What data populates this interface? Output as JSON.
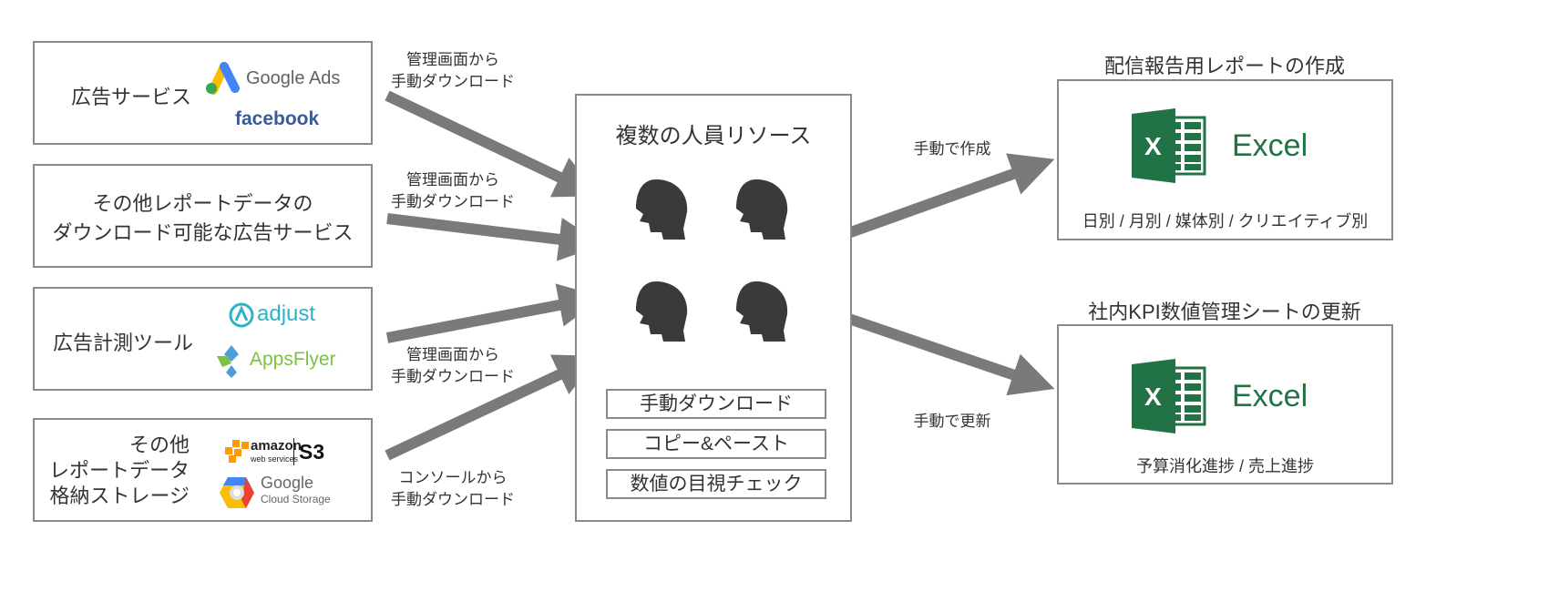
{
  "sources": [
    {
      "label": "広告サービス",
      "logos": [
        "Google Ads",
        "facebook"
      ]
    },
    {
      "label_lines": [
        "その他レポートデータの",
        "ダウンロード可能な広告サービス"
      ]
    },
    {
      "label": "広告計測ツール",
      "logos": [
        "adjust",
        "AppsFlyer"
      ]
    },
    {
      "label_lines": [
        "その他",
        "レポートデータ",
        "格納ストレージ"
      ],
      "logos": {
        "aws_top": "amazon",
        "aws_bottom": "web services",
        "s3": "S3",
        "gcs_top": "Google",
        "gcs_bottom": "Cloud Storage"
      }
    }
  ],
  "arrow_labels": [
    [
      "管理画面から",
      "手動ダウンロード"
    ],
    [
      "管理画面から",
      "手動ダウンロード"
    ],
    [
      "管理画面から",
      "手動ダウンロード"
    ],
    [
      "コンソールから",
      "手動ダウンロード"
    ]
  ],
  "center": {
    "title": "複数の人員リソース",
    "tasks": [
      "手動ダウンロード",
      "コピー&ペースト",
      "数値の目視チェック"
    ]
  },
  "outputs": [
    {
      "arrow_label": "手動で作成",
      "title": "配信報告用レポートの作成",
      "app": "Excel",
      "excel_letter": "X",
      "detail": "日別 / 月別 / 媒体別 / クリエイティブ別"
    },
    {
      "arrow_label": "手動で更新",
      "title": "社内KPI数値管理シートの更新",
      "app": "Excel",
      "excel_letter": "X",
      "detail": "予算消化進捗 / 売上進捗"
    }
  ],
  "colors": {
    "arrow": "#7a7a7a",
    "excel": "#217346",
    "facebook": "#3b5998",
    "adjust": "#2eb3c7",
    "appsflyer": "#7cc242",
    "head": "#3a3a3a"
  }
}
